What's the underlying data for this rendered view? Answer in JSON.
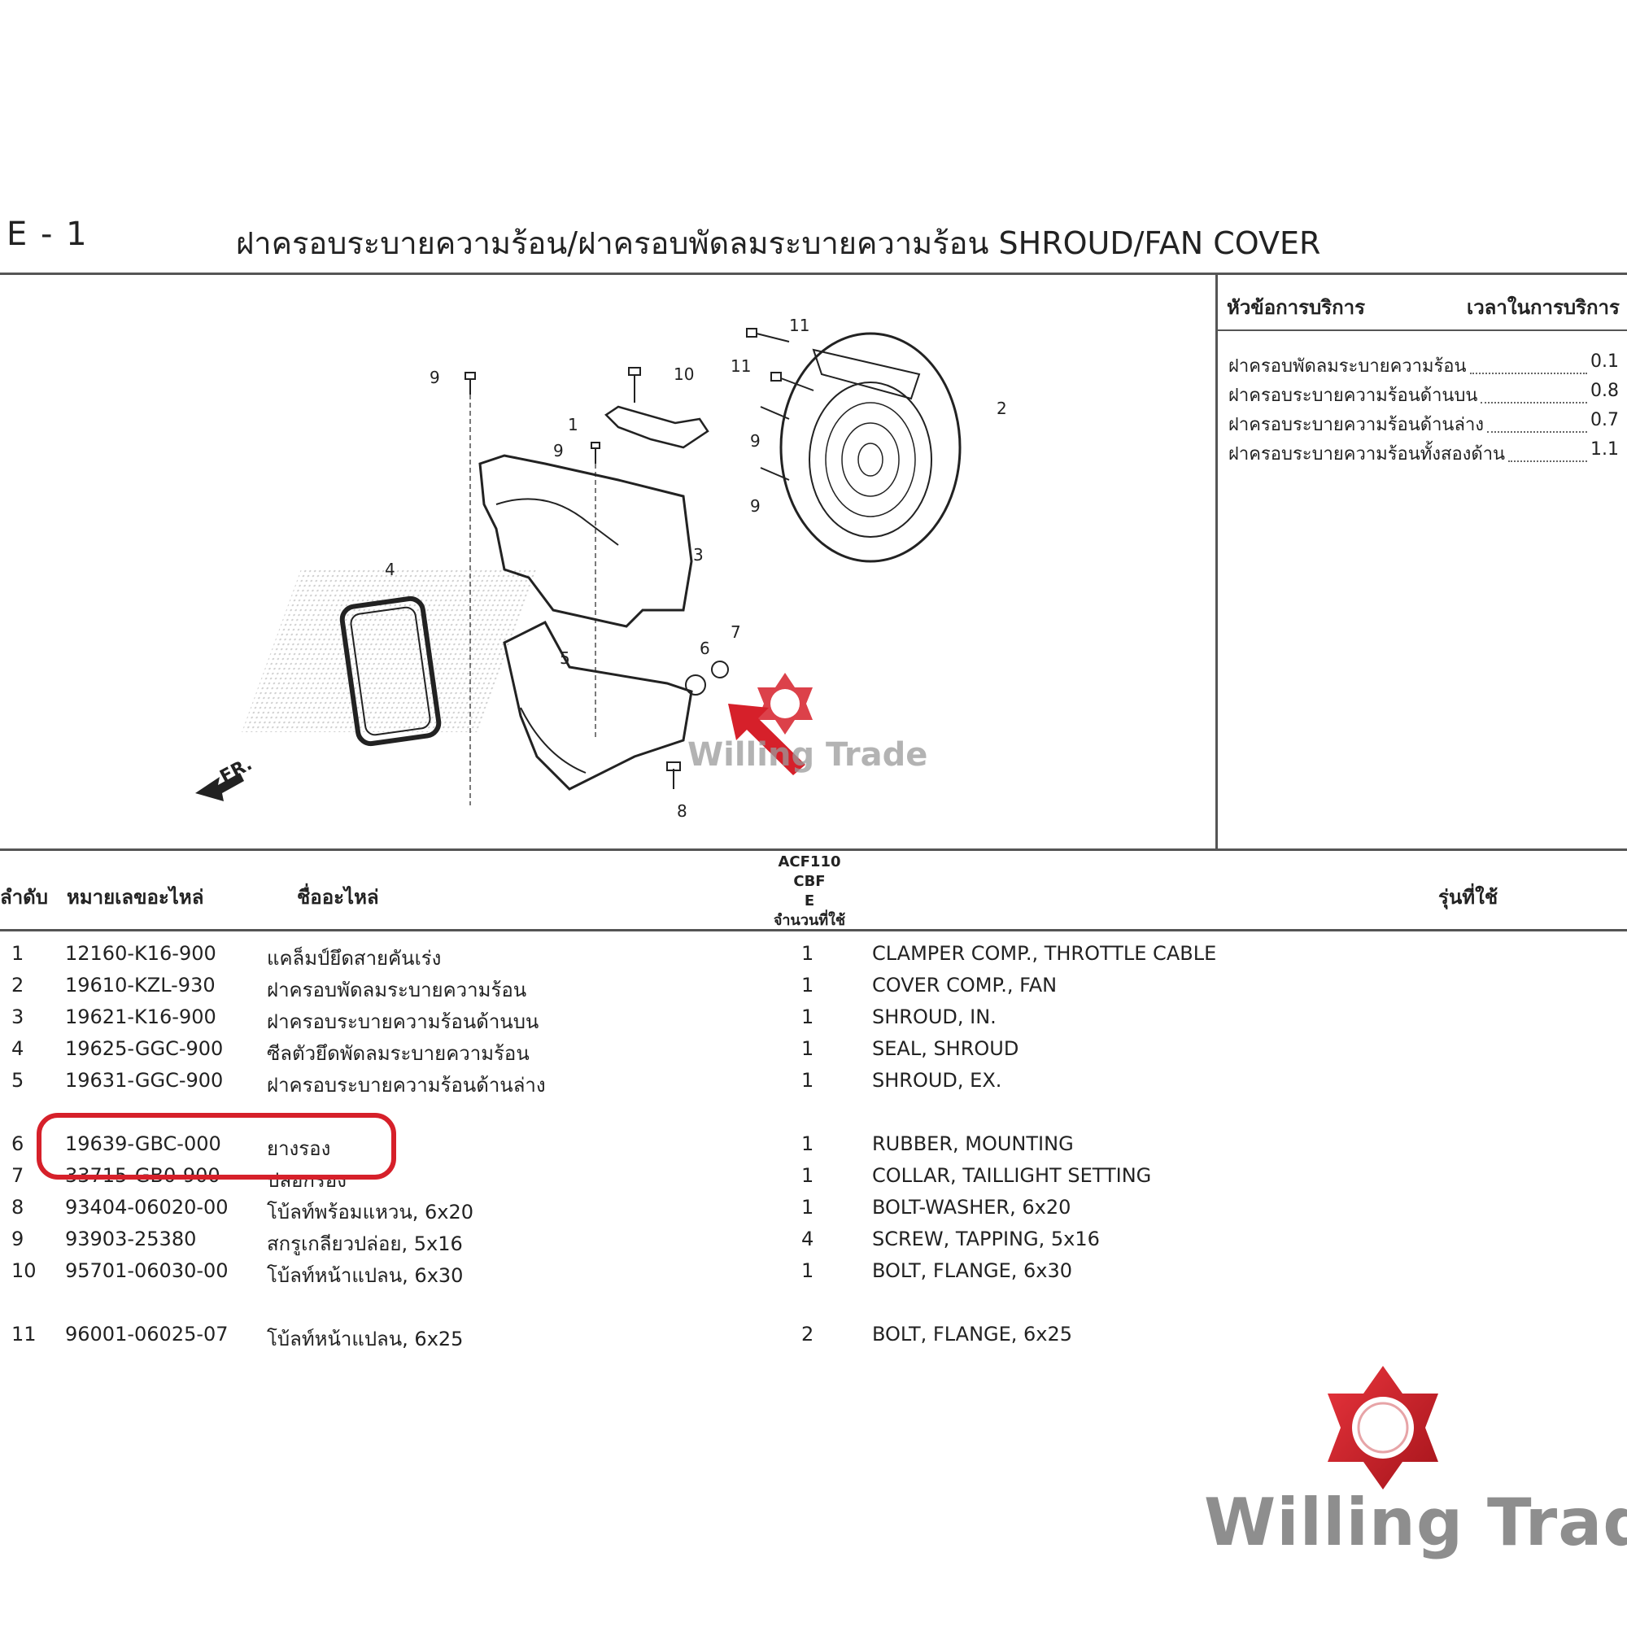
{
  "header": {
    "code": "E - 1",
    "title": "ฝาครอบระบายความร้อน/ฝาครอบพัดลมระบายความร้อน  SHROUD/FAN COVER"
  },
  "service": {
    "head_topic": "หัวข้อการบริการ",
    "head_time": "เวลาในการบริการ",
    "items": [
      {
        "label": "ฝาครอบพัดลมระบายความร้อน",
        "time": "0.1"
      },
      {
        "label": "ฝาครอบระบายความร้อนด้านบน",
        "time": "0.8"
      },
      {
        "label": "ฝาครอบระบายความร้อนด้านล่าง",
        "time": "0.7"
      },
      {
        "label": "ฝาครอบระบายความร้อนทั้งสองด้าน",
        "time": "1.1"
      }
    ]
  },
  "diagram": {
    "callouts": [
      "1",
      "2",
      "3",
      "4",
      "5",
      "6",
      "7",
      "8",
      "9",
      "9",
      "9",
      "9",
      "10",
      "11",
      "11"
    ],
    "front_label": "FR."
  },
  "table": {
    "headers": {
      "no": "ลำดับ",
      "part_number": "หมายเลขอะไหล่",
      "name": "ชื่ออะไหล่",
      "model_line1": "ACF110",
      "model_line2": "CBF",
      "model_line3": "E",
      "qty": "จำนวนที่ใช้",
      "models": "รุ่นที่ใช้"
    },
    "rows": [
      {
        "no": "1",
        "pn": "12160-K16-900",
        "th": "แคล็มป์ยึดสายคันเร่ง",
        "qty": "1",
        "en": "CLAMPER COMP., THROTTLE CABLE"
      },
      {
        "no": "2",
        "pn": "19610-KZL-930",
        "th": "ฝาครอบพัดลมระบายความร้อน",
        "qty": "1",
        "en": "COVER COMP., FAN"
      },
      {
        "no": "3",
        "pn": "19621-K16-900",
        "th": "ฝาครอบระบายความร้อนด้านบน",
        "qty": "1",
        "en": "SHROUD, IN."
      },
      {
        "no": "4",
        "pn": "19625-GGC-900",
        "th": "ซีลตัวยึดพัดลมระบายความร้อน",
        "qty": "1",
        "en": "SEAL, SHROUD"
      },
      {
        "no": "5",
        "pn": "19631-GGC-900",
        "th": "ฝาครอบระบายความร้อนด้านล่าง",
        "qty": "1",
        "en": "SHROUD, EX."
      },
      {
        "no": "6",
        "pn": "19639-GBC-000",
        "th": "ยางรอง",
        "qty": "1",
        "en": "RUBBER, MOUNTING"
      },
      {
        "no": "7",
        "pn": "33715-GB0-900",
        "th": "ปลอกรอง",
        "qty": "1",
        "en": "COLLAR, TAILLIGHT SETTING"
      },
      {
        "no": "8",
        "pn": "93404-06020-00",
        "th": "โบ้ลท์พร้อมแหวน, 6x20",
        "qty": "1",
        "en": "BOLT-WASHER, 6x20"
      },
      {
        "no": "9",
        "pn": "93903-25380",
        "th": "สกรูเกลียวปล่อย, 5x16",
        "qty": "4",
        "en": "SCREW, TAPPING, 5x16"
      },
      {
        "no": "10",
        "pn": "95701-06030-00",
        "th": "โบ้ลท์หน้าแปลน, 6x30",
        "qty": "1",
        "en": "BOLT, FLANGE, 6x30"
      },
      {
        "no": "11",
        "pn": "96001-06025-07",
        "th": "โบ้ลท์หน้าแปลน, 6x25",
        "qty": "2",
        "en": "BOLT, FLANGE, 6x25"
      }
    ]
  },
  "brand": {
    "name": "Willing Trade",
    "color": "#d6202a"
  }
}
